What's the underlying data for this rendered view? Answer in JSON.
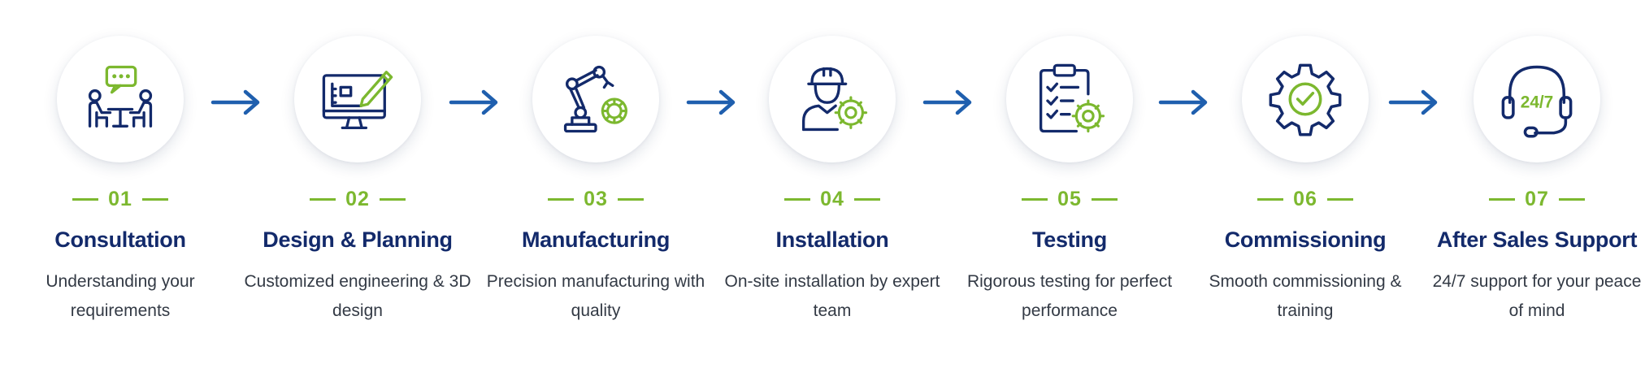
{
  "steps": [
    {
      "number": "01",
      "title": "Consultation",
      "description": "Understanding your requirements",
      "icon": "consultation-icon"
    },
    {
      "number": "02",
      "title": "Design & Planning",
      "description": "Customized engineering & 3D design",
      "icon": "design-monitor-icon"
    },
    {
      "number": "03",
      "title": "Manufacturing",
      "description": "Precision manufacturing with quality",
      "icon": "robot-arm-icon"
    },
    {
      "number": "04",
      "title": "Installation",
      "description": "On-site installation by expert team",
      "icon": "engineer-gear-icon"
    },
    {
      "number": "05",
      "title": "Testing",
      "description": "Rigorous testing for perfect performance",
      "icon": "checklist-gear-icon"
    },
    {
      "number": "06",
      "title": "Commissioning",
      "description": "Smooth commissioning & training",
      "icon": "gear-check-icon"
    },
    {
      "number": "07",
      "title": "After Sales Support",
      "description": "24/7 support for your peace of mind",
      "icon": "headset-icon",
      "icon_text": "24/7"
    }
  ],
  "colors": {
    "navy": "#132a6b",
    "green": "#7cb82f",
    "arrow_blue": "#1f5fae",
    "text": "#333a45"
  }
}
